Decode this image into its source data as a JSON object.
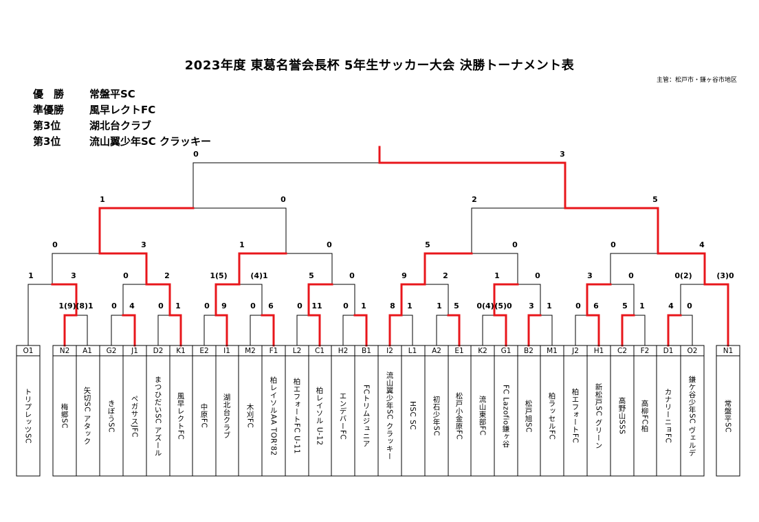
{
  "title": "2023年度 東葛名誉会長杯 5年生サッカー大会 決勝トーナメント表",
  "organizer": "主管：松戸市・鎌ヶ谷市地区",
  "results": [
    {
      "label": "優　勝",
      "team": "常盤平SC"
    },
    {
      "label": "準優勝",
      "team": "風早レクトFC"
    },
    {
      "label": "第3位",
      "team": "湖北台クラブ"
    },
    {
      "label": "第3位",
      "team": "流山翼少年SC クラッキー"
    }
  ],
  "slots": [
    {
      "code": "O1",
      "team": "トリプレッツSC"
    },
    {
      "code": "N2",
      "team": "梅郷SC"
    },
    {
      "code": "A1",
      "team": "矢切SC アタック"
    },
    {
      "code": "G2",
      "team": "きぼうSC"
    },
    {
      "code": "J1",
      "team": "ペガサスJFC"
    },
    {
      "code": "D2",
      "team": "まつひだいSC アズール"
    },
    {
      "code": "K1",
      "team": "風早レクトFC"
    },
    {
      "code": "E2",
      "team": "中原FC"
    },
    {
      "code": "I1",
      "team": "湖北台クラブ"
    },
    {
      "code": "M2",
      "team": "木刈FC"
    },
    {
      "code": "F1",
      "team": "柏レイソルAA TOR'82"
    },
    {
      "code": "L2",
      "team": "柏エフォートFC U-11"
    },
    {
      "code": "C1",
      "team": "柏レイソル U-12"
    },
    {
      "code": "H2",
      "team": "エンデバーFC"
    },
    {
      "code": "B1",
      "team": "FCトリムジュニア"
    },
    {
      "code": "I2",
      "team": "流山翼少年SC クラッキー"
    },
    {
      "code": "L1",
      "team": "HSC SC"
    },
    {
      "code": "A2",
      "team": "初石少年SC"
    },
    {
      "code": "E1",
      "team": "松戸小金原FC"
    },
    {
      "code": "K2",
      "team": "流山東部FC"
    },
    {
      "code": "G1",
      "team": "FC Lazofio鎌ヶ谷"
    },
    {
      "code": "B2",
      "team": "松戸旭SC"
    },
    {
      "code": "M1",
      "team": "柏ラッセルFC"
    },
    {
      "code": "J2",
      "team": "柏エフォートFC"
    },
    {
      "code": "H1",
      "team": "新松戸SC グリーン"
    },
    {
      "code": "C2",
      "team": "高野山SSS"
    },
    {
      "code": "F2",
      "team": "高柳FC柏"
    },
    {
      "code": "D1",
      "team": "カナリーニョFC"
    },
    {
      "code": "O2",
      "team": "鎌ケ谷少年SC ヴェルデ"
    },
    {
      "code": "N1",
      "team": "常盤平SC"
    }
  ],
  "colors": {
    "line": "#000000",
    "winner": "#e8161b"
  },
  "matches": [
    {
      "id": "r1_1",
      "s1": "1(9)",
      "s2": "(8)1"
    },
    {
      "id": "r1_2",
      "s1": "0",
      "s2": "4"
    },
    {
      "id": "r1_3",
      "s1": "0",
      "s2": "1"
    },
    {
      "id": "r1_4",
      "s1": "0",
      "s2": "9"
    },
    {
      "id": "r1_5",
      "s1": "0",
      "s2": "6"
    },
    {
      "id": "r1_6",
      "s1": "0",
      "s2": "11"
    },
    {
      "id": "r1_7",
      "s1": "0",
      "s2": "1"
    },
    {
      "id": "r1_8",
      "s1": "8",
      "s2": "1"
    },
    {
      "id": "r1_9",
      "s1": "1",
      "s2": "5"
    },
    {
      "id": "r1_10",
      "s1": "0(4)",
      "s2": "(5)0"
    },
    {
      "id": "r1_11",
      "s1": "3",
      "s2": "1"
    },
    {
      "id": "r1_12",
      "s1": "0",
      "s2": "6"
    },
    {
      "id": "r1_13",
      "s1": "5",
      "s2": "1"
    },
    {
      "id": "r1_14",
      "s1": "4",
      "s2": "0"
    },
    {
      "id": "r2_1",
      "s1": "1",
      "s2": "3"
    },
    {
      "id": "r2_2",
      "s1": "0",
      "s2": "2"
    },
    {
      "id": "r2_3",
      "s1": "1(5)",
      "s2": "(4)1"
    },
    {
      "id": "r2_4",
      "s1": "5",
      "s2": "0"
    },
    {
      "id": "r2_5",
      "s1": "9",
      "s2": "2"
    },
    {
      "id": "r2_6",
      "s1": "1",
      "s2": "0"
    },
    {
      "id": "r2_7",
      "s1": "3",
      "s2": "0"
    },
    {
      "id": "r2_8",
      "s1": "0(2)",
      "s2": "(3)0"
    },
    {
      "id": "r3_1",
      "s1": "0",
      "s2": "3"
    },
    {
      "id": "r3_2",
      "s1": "1",
      "s2": "0"
    },
    {
      "id": "r3_3",
      "s1": "5",
      "s2": "0"
    },
    {
      "id": "r3_4",
      "s1": "0",
      "s2": "4"
    },
    {
      "id": "r4_1",
      "s1": "1",
      "s2": "0"
    },
    {
      "id": "r4_2",
      "s1": "2",
      "s2": "5"
    },
    {
      "id": "final",
      "s1": "0",
      "s2": "3"
    }
  ]
}
